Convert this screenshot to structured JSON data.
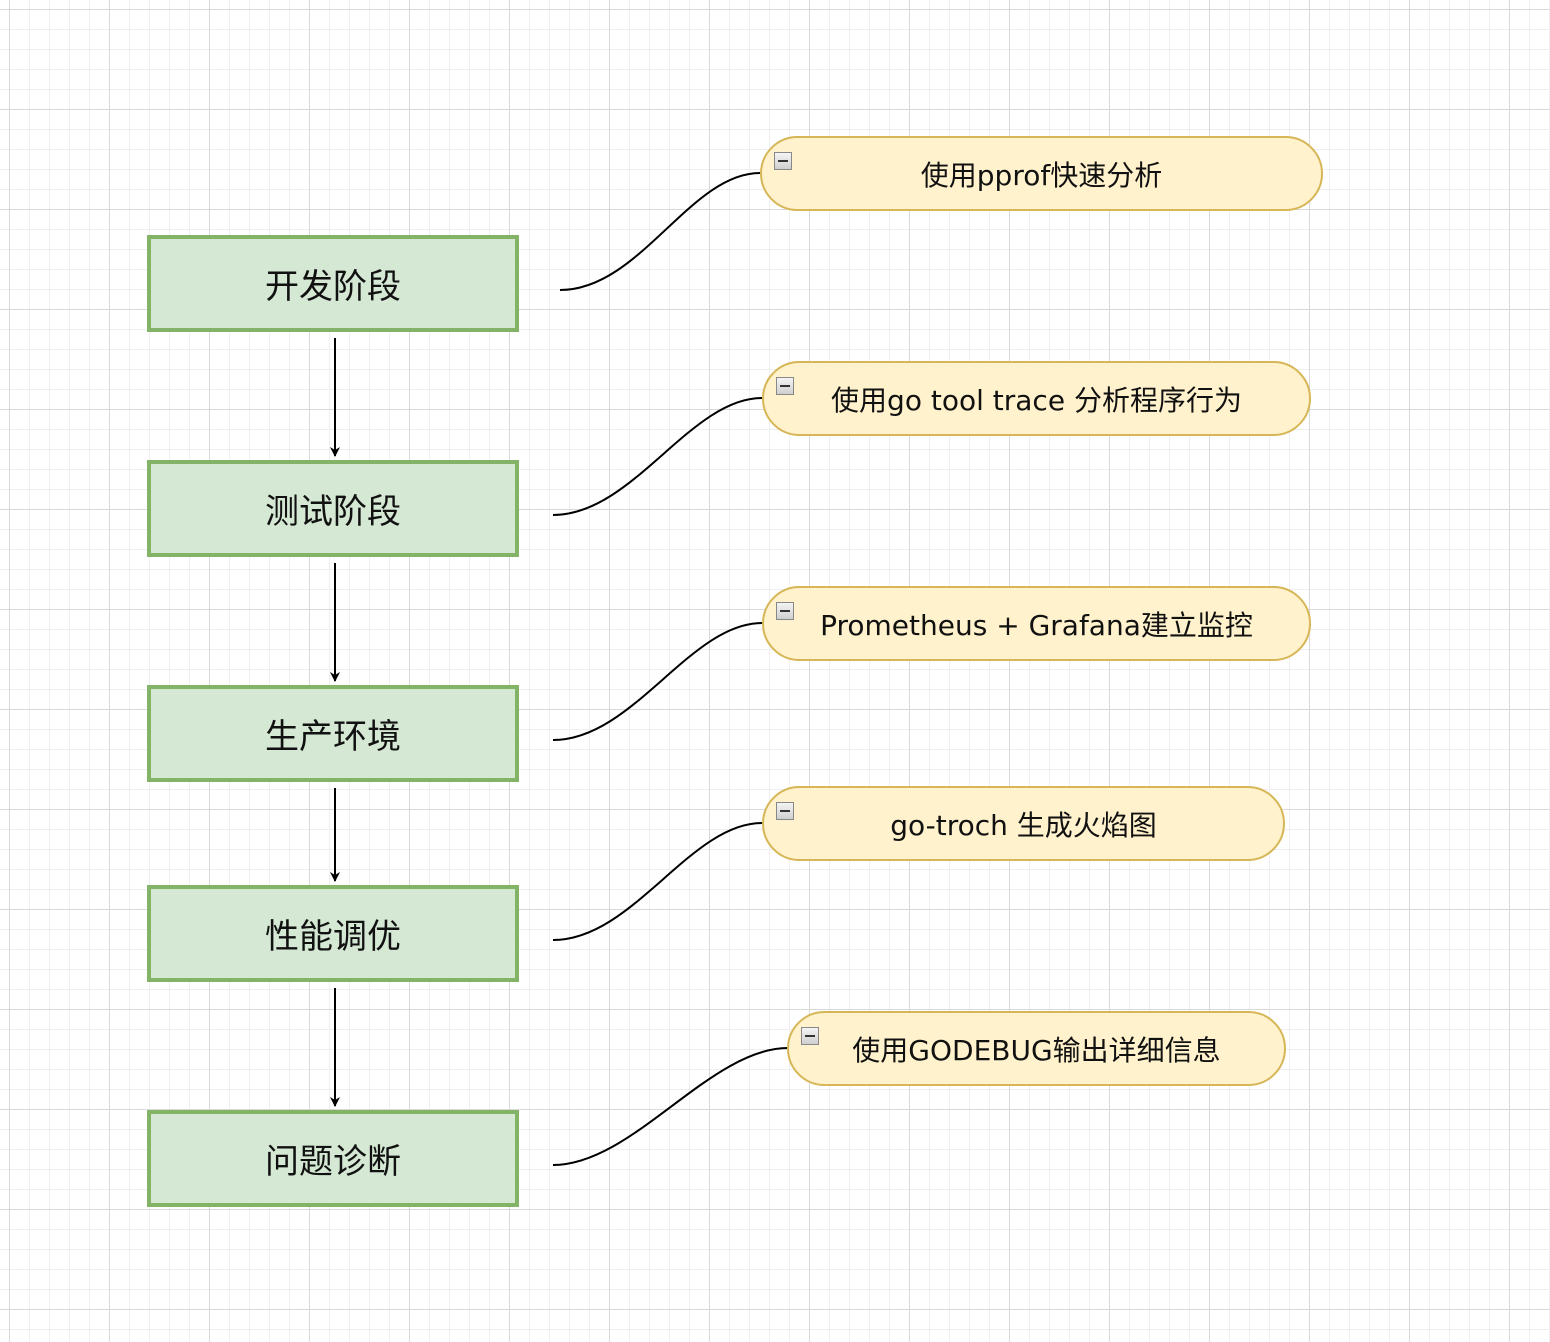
{
  "colors": {
    "stage_fill": "#d5e8d4",
    "stage_border": "#82b366",
    "note_fill": "#fff2cc",
    "note_border": "#d6b656"
  },
  "stages": [
    {
      "label": "开发阶段"
    },
    {
      "label": "测试阶段"
    },
    {
      "label": "生产环境"
    },
    {
      "label": "性能调优"
    },
    {
      "label": "问题诊断"
    }
  ],
  "notes": [
    {
      "text": "使用pprof快速分析",
      "icon": "collapse-minus-icon"
    },
    {
      "text": "使用go tool trace 分析程序行为",
      "icon": "collapse-minus-icon"
    },
    {
      "text": "Prometheus + Grafana建立监控",
      "icon": "collapse-minus-icon"
    },
    {
      "text": "go-troch 生成火焰图",
      "icon": "collapse-minus-icon"
    },
    {
      "text": "使用GODEBUG输出详细信息",
      "icon": "collapse-minus-icon"
    }
  ]
}
